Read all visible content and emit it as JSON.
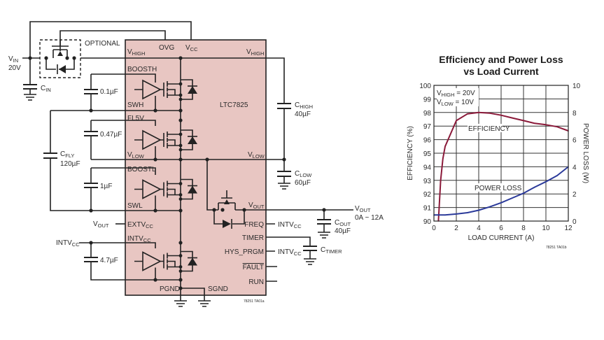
{
  "schematic": {
    "ic_name": "LTC7825",
    "optional_label": "OPTIONAL",
    "vin": {
      "main": "V",
      "sub": "IN",
      "value": "20V"
    },
    "cin": {
      "main": "C",
      "sub": "IN"
    },
    "chigh": {
      "main": "C",
      "sub": "HIGH",
      "value": "40µF"
    },
    "clow": {
      "main": "C",
      "sub": "LOW",
      "value": "60µF"
    },
    "cfly": {
      "main": "C",
      "sub": "FLY",
      "value": "120µF"
    },
    "cout": {
      "main": "C",
      "sub": "OUT",
      "value": "40µF"
    },
    "ctimer": {
      "main": "C",
      "sub": "TIMER"
    },
    "cap_boosth": "0.1µF",
    "cap_fl5v": "0.47µF",
    "cap_boostl": "1µF",
    "cap_intvcc": "4.7µF",
    "pins": {
      "vhigh": {
        "main": "V",
        "sub": "HIGH"
      },
      "ovg": "OVG",
      "vcc": {
        "main": "V",
        "sub": "CC"
      },
      "boosth": "BOOSTH",
      "swh": "SWH",
      "fl5v": "FL5V",
      "vlow": {
        "main": "V",
        "sub": "LOW"
      },
      "boostl": "BOOSTL",
      "swl": "SWL",
      "extvcc": {
        "main": "EXTV",
        "sub": "CC"
      },
      "intvcc": {
        "main": "INTV",
        "sub": "CC"
      },
      "pgnd": "PGND",
      "sgnd": "SGND",
      "vout": {
        "main": "V",
        "sub": "OUT"
      },
      "freq": "FREQ",
      "timer": "TIMER",
      "hys_prgm": "HYS_PRGM",
      "fault": "FAULT",
      "run": "RUN"
    },
    "ext_vout": {
      "main": "V",
      "sub": "OUT"
    },
    "ext_intvcc": {
      "main": "INTV",
      "sub": "CC"
    },
    "output": {
      "main": "V",
      "sub": "OUT",
      "range": "0A ~ 12A"
    },
    "figure_id": "78251 TA01a"
  },
  "chart_data": {
    "type": "line",
    "title": "Efficiency and Power Loss",
    "title_line2": "vs Load Current",
    "xlabel": "LOAD CURRENT (A)",
    "ylabel": "EFFICIENCY (%)",
    "y2label": "POWER LOSS (W)",
    "xlim": [
      0,
      12
    ],
    "ylim": [
      90,
      100
    ],
    "y2lim": [
      0,
      10
    ],
    "xticks": [
      "0",
      "2",
      "4",
      "6",
      "8",
      "10",
      "12"
    ],
    "yticks": [
      "90",
      "91",
      "92",
      "93",
      "94",
      "95",
      "96",
      "97",
      "98",
      "99",
      "100"
    ],
    "y2ticks": [
      "0",
      "2",
      "4",
      "6",
      "8",
      "10"
    ],
    "grid": true,
    "conditions": [
      {
        "main": "V",
        "sub": "HIGH",
        "rest": " = 20V"
      },
      {
        "main": "V",
        "sub": "LOW",
        "rest": " = 10V"
      }
    ],
    "series": [
      {
        "name": "EFFICIENCY",
        "axis": "left",
        "color": "#8b1a3a",
        "x": [
          0.4,
          0.6,
          0.8,
          1,
          2,
          3,
          4,
          5,
          6,
          7,
          8,
          9,
          10,
          11,
          12
        ],
        "y": [
          90,
          93,
          94.6,
          95.5,
          97.4,
          97.9,
          98,
          97.95,
          97.8,
          97.6,
          97.4,
          97.2,
          97.1,
          96.95,
          96.65
        ]
      },
      {
        "name": "POWER LOSS",
        "axis": "right",
        "color": "#2b3a9a",
        "x": [
          0,
          1,
          2,
          3,
          4,
          5,
          6,
          7,
          8,
          9,
          10,
          11,
          12
        ],
        "y": [
          0.45,
          0.45,
          0.52,
          0.62,
          0.8,
          1.05,
          1.35,
          1.7,
          2.05,
          2.5,
          2.9,
          3.35,
          4.0
        ]
      }
    ],
    "figure_id": "78251 TA01b"
  }
}
